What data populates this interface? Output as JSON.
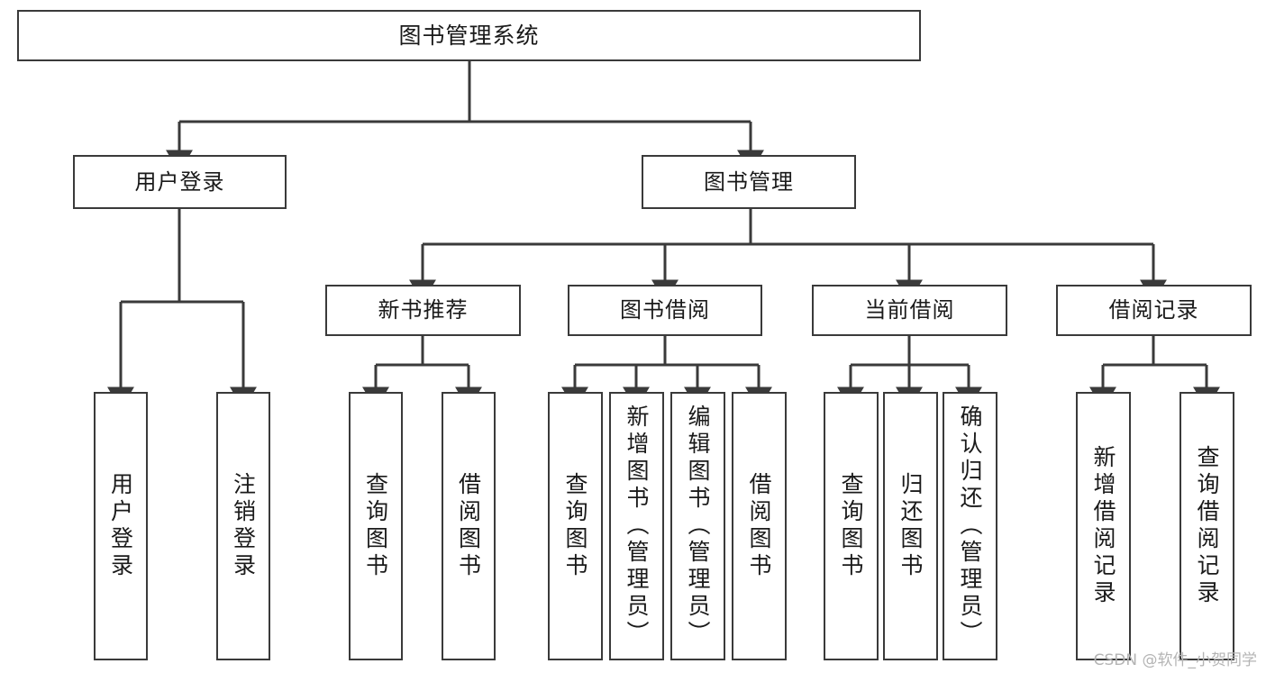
{
  "diagram": {
    "type": "tree-hierarchy",
    "title": "图书管理系统",
    "watermark": "CSDN @软件_小贺同学",
    "colors": {
      "box_border": "#3a3a3a",
      "box_fill": "#ffffff",
      "connector": "#3a3a3a",
      "text": "#1a1a1a",
      "watermark": "#b4b4b4",
      "background": "#ffffff"
    },
    "root": {
      "label": "图书管理系统"
    },
    "level1": [
      {
        "id": "user-login",
        "label": "用户登录"
      },
      {
        "id": "book-manage",
        "label": "图书管理"
      }
    ],
    "level2": [
      {
        "id": "new-book-recommend",
        "label": "新书推荐",
        "parent": "book-manage"
      },
      {
        "id": "book-borrow",
        "label": "图书借阅",
        "parent": "book-manage"
      },
      {
        "id": "current-borrow",
        "label": "当前借阅",
        "parent": "book-manage"
      },
      {
        "id": "borrow-record",
        "label": "借阅记录",
        "parent": "book-manage"
      }
    ],
    "leaves": {
      "user-login": [
        {
          "id": "leaf-user-login",
          "label": "用户登录"
        },
        {
          "id": "leaf-user-logout",
          "label": "注销登录"
        }
      ],
      "new-book-recommend": [
        {
          "id": "leaf-query-book-1",
          "label": "查询图书"
        },
        {
          "id": "leaf-borrow-book-1",
          "label": "借阅图书"
        }
      ],
      "book-borrow": [
        {
          "id": "leaf-query-book-2",
          "label": "查询图书"
        },
        {
          "id": "leaf-add-book",
          "label": "新增图书（管理员）"
        },
        {
          "id": "leaf-edit-book",
          "label": "编辑图书（管理员）"
        },
        {
          "id": "leaf-borrow-book-2",
          "label": "借阅图书"
        }
      ],
      "current-borrow": [
        {
          "id": "leaf-query-book-3",
          "label": "查询图书"
        },
        {
          "id": "leaf-return-book",
          "label": "归还图书"
        },
        {
          "id": "leaf-confirm-return",
          "label": "确认归还（管理员）"
        }
      ],
      "borrow-record": [
        {
          "id": "leaf-add-record",
          "label": "新增借阅记录"
        },
        {
          "id": "leaf-query-record",
          "label": "查询借阅记录"
        }
      ]
    }
  }
}
